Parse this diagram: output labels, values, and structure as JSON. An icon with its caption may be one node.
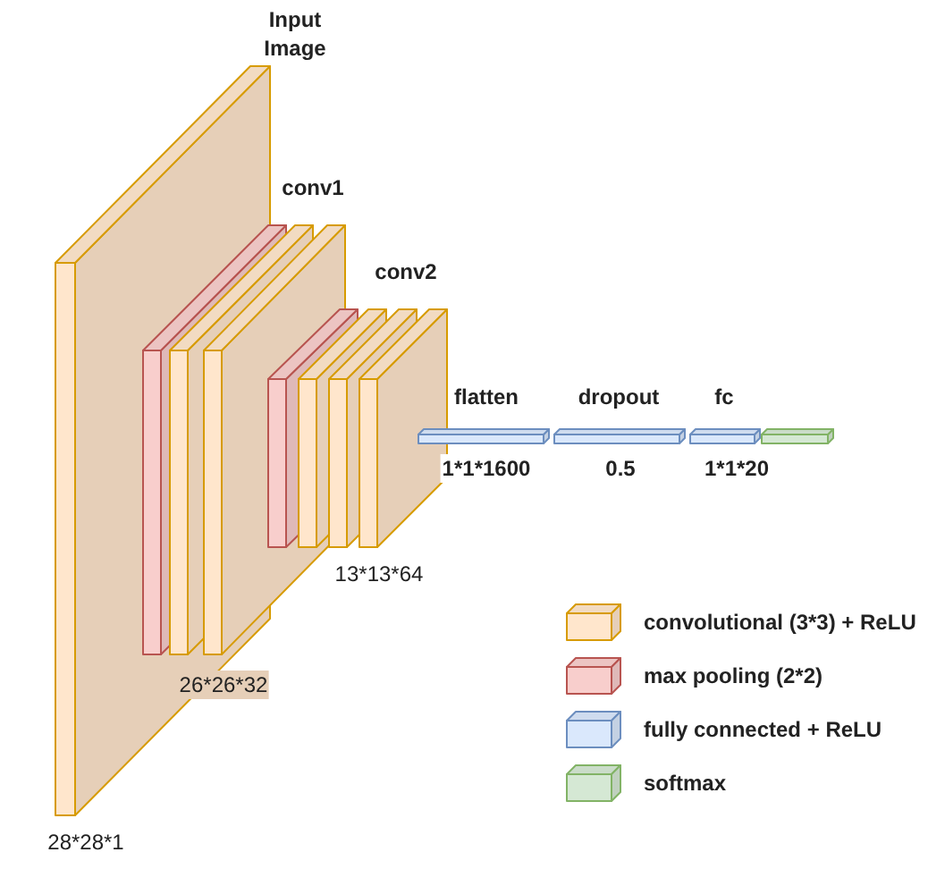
{
  "diagram": {
    "nodes": [
      {
        "text": [
          "Input Image"
        ]
      },
      {
        "text": [],
        "shape": "box"
      },
      {
        "text": [],
        "shape": "box"
      },
      {
        "text": [
          "conv1"
        ]
      },
      {
        "text": [],
        "shape": "box"
      },
      {
        "text": [],
        "shape": "box"
      },
      {
        "text": [],
        "shape": "box"
      },
      {
        "text": [
          "conv2"
        ]
      },
      {
        "text": [
          "flatten"
        ]
      },
      {
        "text": [
          "dropout"
        ]
      },
      {
        "text": [
          "fc"
        ]
      },
      {
        "text": [],
        "shape": "box"
      }
    ],
    "labels": [
      "1*1*1600",
      "0.5",
      "1*1*20",
      "13*13*64",
      "26*26*32",
      "28*28*1"
    ],
    "legend": [
      {
        "text": "convolutional (3*3) + ReLU",
        "color": "#ffe6cc"
      },
      {
        "text": "max pooling (2*2)",
        "color": "#f8cecc"
      },
      {
        "text": "fully connected + ReLU",
        "color": "#dae8fc"
      },
      {
        "text": "softmax",
        "color": "#d5e8d4"
      }
    ]
  }
}
